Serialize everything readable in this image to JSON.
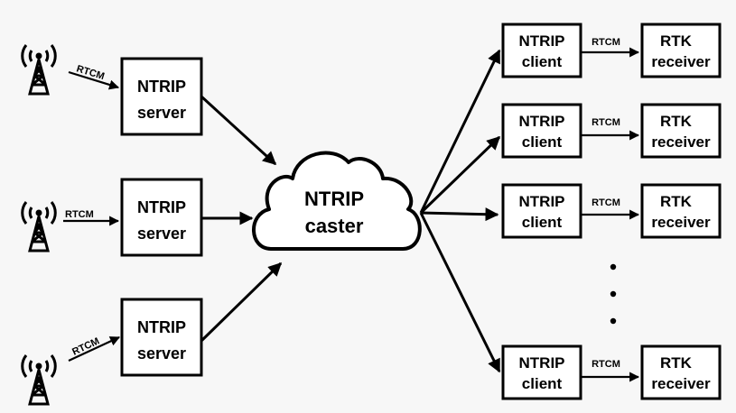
{
  "servers": [
    {
      "line1": "NTRIP",
      "line2": "server",
      "link_label": "RTCM"
    },
    {
      "line1": "NTRIP",
      "line2": "server",
      "link_label": "RTCM"
    },
    {
      "line1": "NTRIP",
      "line2": "server",
      "link_label": "RTCM"
    }
  ],
  "caster": {
    "line1": "NTRIP",
    "line2": "caster"
  },
  "clients": [
    {
      "line1": "NTRIP",
      "line2": "client",
      "link_label": "RTCM",
      "receiver_line1": "RTK",
      "receiver_line2": "receiver"
    },
    {
      "line1": "NTRIP",
      "line2": "client",
      "link_label": "RTCM",
      "receiver_line1": "RTK",
      "receiver_line2": "receiver"
    },
    {
      "line1": "NTRIP",
      "line2": "client",
      "link_label": "RTCM",
      "receiver_line1": "RTK",
      "receiver_line2": "receiver"
    },
    {
      "line1": "NTRIP",
      "line2": "client",
      "link_label": "RTCM",
      "receiver_line1": "RTK",
      "receiver_line2": "receiver"
    }
  ],
  "colors": {
    "background": "#f7f7f7",
    "stroke": "#000000",
    "box_fill": "#ffffff"
  },
  "icons": {
    "station": "antenna-tower-icon",
    "cloud": "cloud-icon",
    "ellipsis": "vertical-dots"
  }
}
